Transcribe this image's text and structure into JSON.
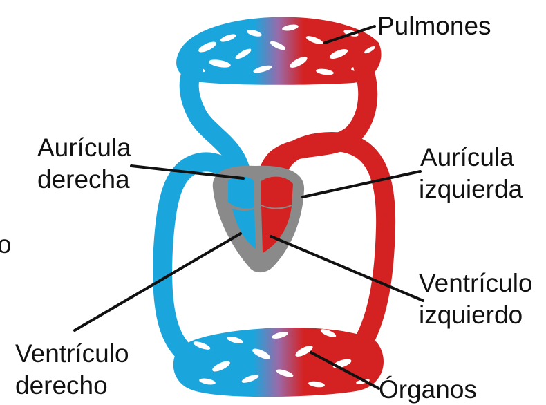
{
  "diagram": {
    "labels": {
      "pulmones": "Pulmones",
      "auricula_derecha_1": "Aurícula",
      "auricula_derecha_2": "derecha",
      "auricula_izquierda_1": "Aurícula",
      "auricula_izquierda_2": "izquierda",
      "ventriculo_izquierdo_1": "Ventrículo",
      "ventriculo_izquierdo_2": "izquierdo",
      "ventriculo_derecho_1": "Ventrículo",
      "ventriculo_derecho_2": "derecho",
      "organos": "Órganos",
      "cut_off_left": "o"
    },
    "colors": {
      "deoxygenated": "#1aa6dc",
      "oxygenated": "#d42222",
      "heart": "#8a8a8a",
      "leader_line": "#111111"
    }
  }
}
